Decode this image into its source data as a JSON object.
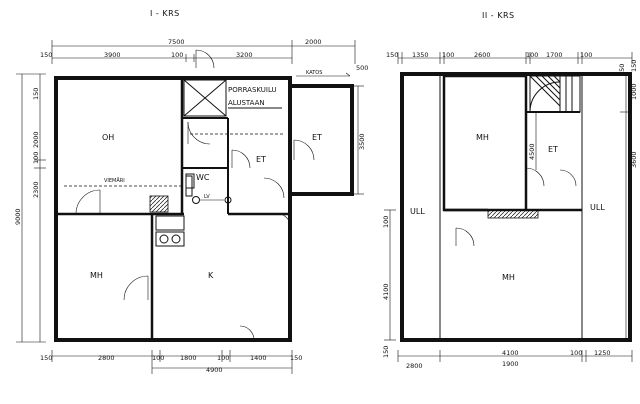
{
  "floor1": {
    "title": "I - KRS",
    "top_total": "7500",
    "top_extra": "2000",
    "top_dims": [
      "150",
      "3900",
      "100",
      "3200",
      "500"
    ],
    "left_dims": [
      "150",
      "2000",
      "100",
      "2300",
      "9000"
    ],
    "right_dim": "3500",
    "bottom_dims": [
      "150",
      "2800",
      "100",
      "1800",
      "100",
      "1400",
      "150"
    ],
    "bottom_total": "4900",
    "rooms": {
      "oh": "OH",
      "mh": "MH",
      "k": "K",
      "et": "ET",
      "et_entry": "ET",
      "wc": "WC"
    },
    "labels": {
      "stair_line1": "PORRASKUILU",
      "stair_line2": "ALUSTAAN",
      "viemari": "VIEMÄRI",
      "hood": "KATOS",
      "lv": "LV"
    }
  },
  "floor2": {
    "title": "II - KRS",
    "top_dims": [
      "150",
      "1350",
      "100",
      "2600",
      "100",
      "1700",
      "100",
      "150"
    ],
    "left_dims": [
      "100",
      "4100",
      "150"
    ],
    "right_dims": [
      "1000",
      "150",
      "3600"
    ],
    "inner_dims": [
      "4500"
    ],
    "bottom_dims": [
      "2800",
      "1900",
      "4100",
      "100",
      "1250"
    ],
    "rooms": {
      "mh_upper": "MH",
      "mh_lower": "MH",
      "et": "ET",
      "ull_left": "ULL",
      "ull_right": "ULL"
    }
  }
}
